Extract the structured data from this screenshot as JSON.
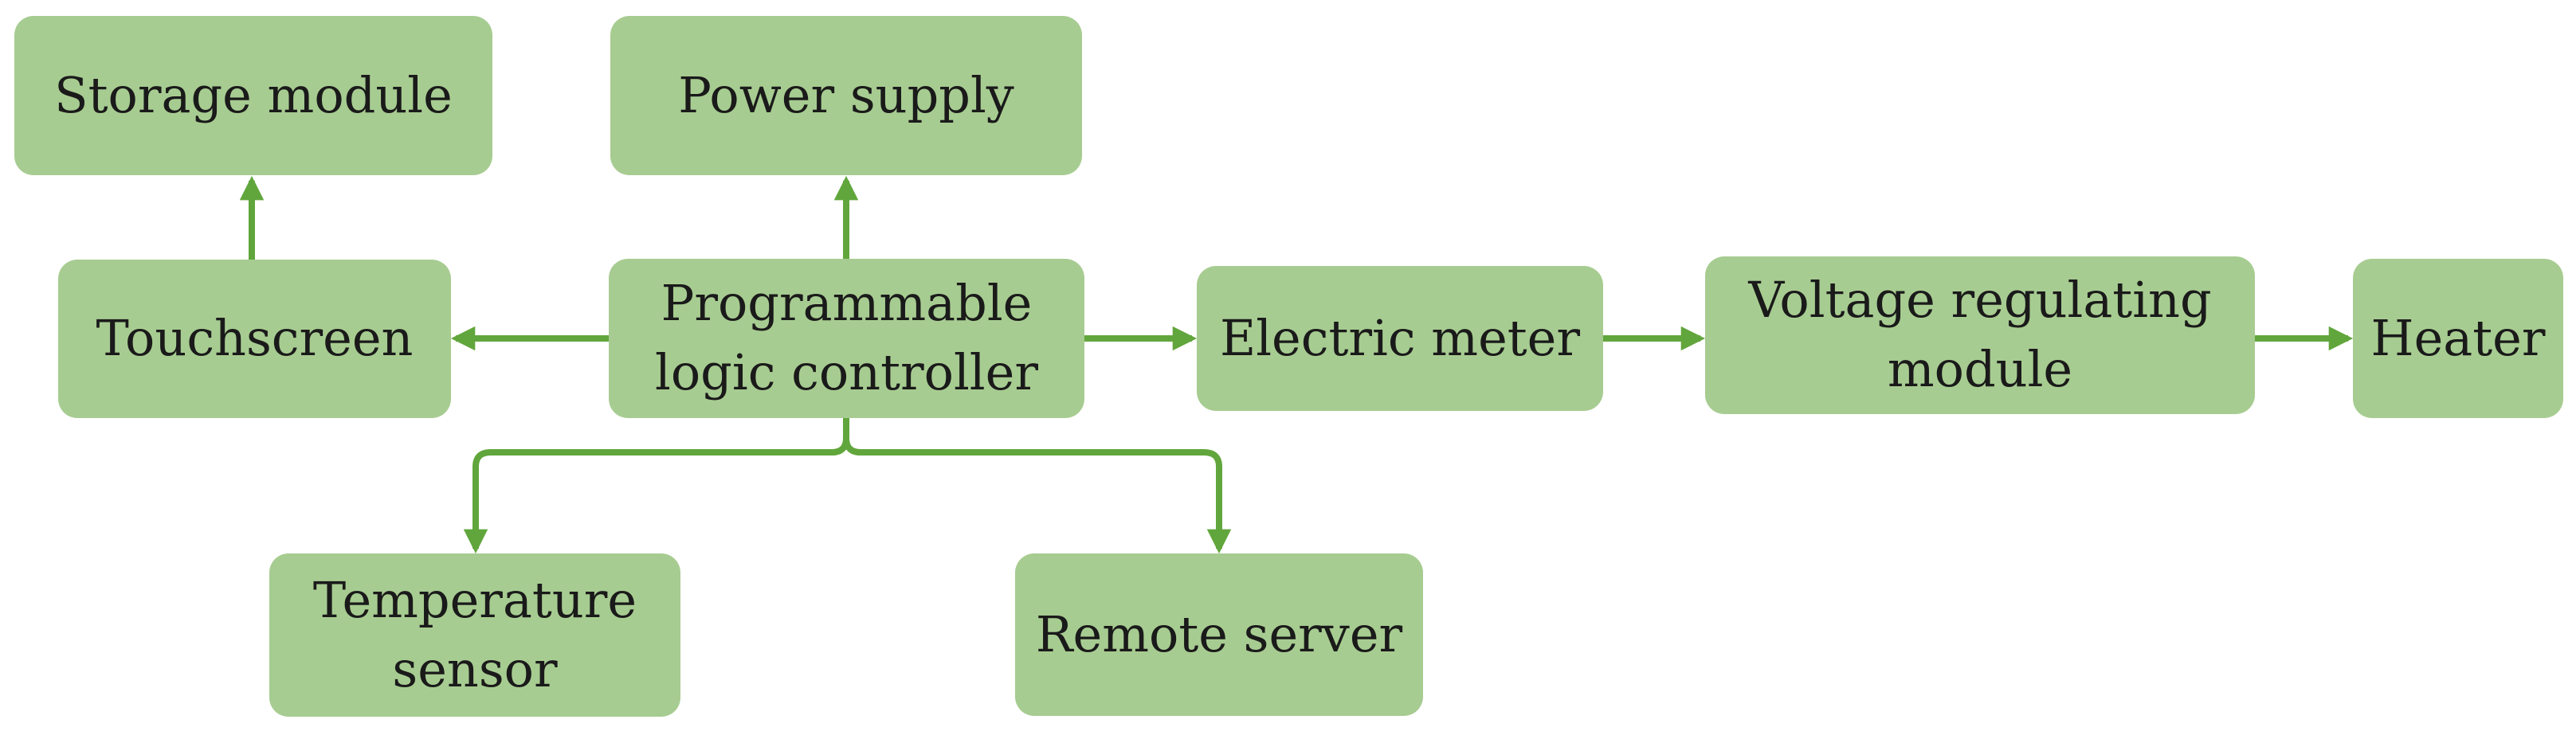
{
  "diagram_type": "flowchart",
  "nodes": {
    "storage_module": {
      "label": "Storage module"
    },
    "power_supply": {
      "label": "Power supply"
    },
    "touchscreen": {
      "label": "Touchscreen"
    },
    "plc": {
      "label": "Programmable logic controller"
    },
    "electric_meter": {
      "label": "Electric meter"
    },
    "voltage_regulating_module": {
      "label": "Voltage regulating module"
    },
    "heater": {
      "label": "Heater"
    },
    "temperature_sensor": {
      "label": "Temperature sensor"
    },
    "remote_server": {
      "label": "Remote server"
    }
  },
  "edges": [
    {
      "from": "touchscreen",
      "to": "storage_module",
      "direction": "up"
    },
    {
      "from": "plc",
      "to": "power_supply",
      "direction": "up"
    },
    {
      "from": "plc",
      "to": "touchscreen",
      "direction": "left"
    },
    {
      "from": "plc",
      "to": "electric_meter",
      "direction": "right"
    },
    {
      "from": "electric_meter",
      "to": "voltage_regulating_module",
      "direction": "right"
    },
    {
      "from": "voltage_regulating_module",
      "to": "heater",
      "direction": "right"
    },
    {
      "from": "plc",
      "to": "temperature_sensor",
      "direction": "down-branch-left"
    },
    {
      "from": "plc",
      "to": "remote_server",
      "direction": "down-branch-right"
    }
  ],
  "colors": {
    "node_fill": "#a7cc91",
    "arrow": "#61a63c",
    "text": "#1a1a1a",
    "background": "#ffffff"
  }
}
